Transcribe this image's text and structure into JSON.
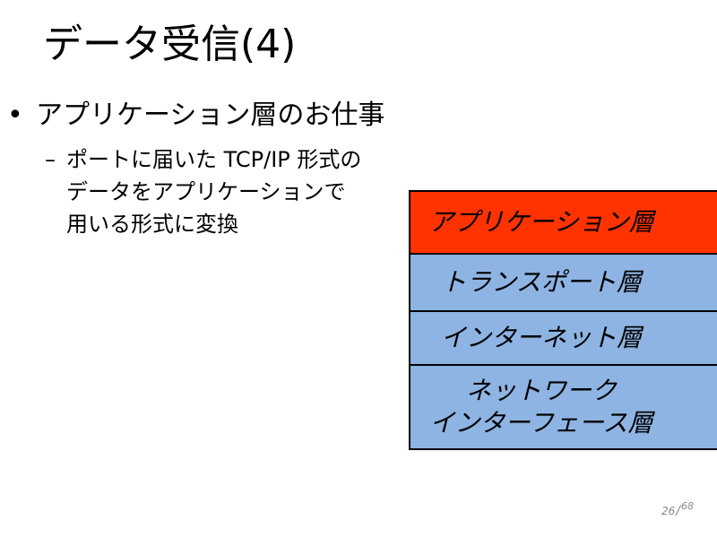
{
  "slide": {
    "title": "データ受信(4)",
    "bullet_mark": "•",
    "bullet": "アプリケーション層のお仕事",
    "sub_dash": "–",
    "sub_lines": [
      "ポートに届いた TCP/IP 形式の",
      "データをアプリケーションで",
      "用いる形式に変換"
    ]
  },
  "layers": {
    "application": "アプリケーション層",
    "transport": "トランスポート層",
    "internet": "インターネット層",
    "interface_line1": "ネットワーク",
    "interface_line2": "インターフェース層"
  },
  "colors": {
    "application_fill": "#ff3300",
    "other_fill": "#8eb4e3"
  },
  "page": {
    "current": "26",
    "separator": "/",
    "total": "68"
  }
}
